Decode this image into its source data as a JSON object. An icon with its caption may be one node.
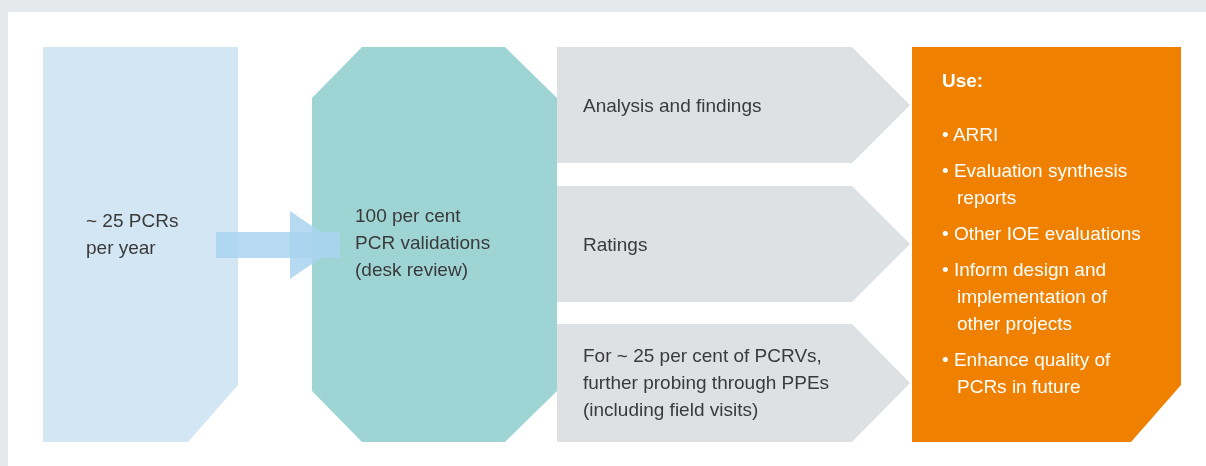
{
  "diagram": {
    "nodes": [
      {
        "text": [
          "~ 25 PCRs per year"
        ]
      },
      {
        "text": [
          "100 per cent PCR validations (desk review)"
        ]
      },
      {
        "text": [
          "Use:",
          "• ARRI",
          "• Evaluation synthesis reports",
          "• Other IOE evaluations",
          "• Inform design and implementation of other projects",
          "• Enhance quality of PCRs in future"
        ]
      }
    ],
    "edges": [
      {
        "from": 0,
        "to": 1,
        "arrow": "to"
      },
      {
        "from": 1,
        "to": 2,
        "arrow": "to",
        "label": "Analysis and findings"
      },
      {
        "from": 1,
        "to": 2,
        "arrow": "to",
        "label": "Ratings"
      },
      {
        "from": 1,
        "to": 2,
        "arrow": "to",
        "label": "For ~ 25 per cent of PCRVs, further probing through PPEs (including field visits)"
      }
    ]
  }
}
